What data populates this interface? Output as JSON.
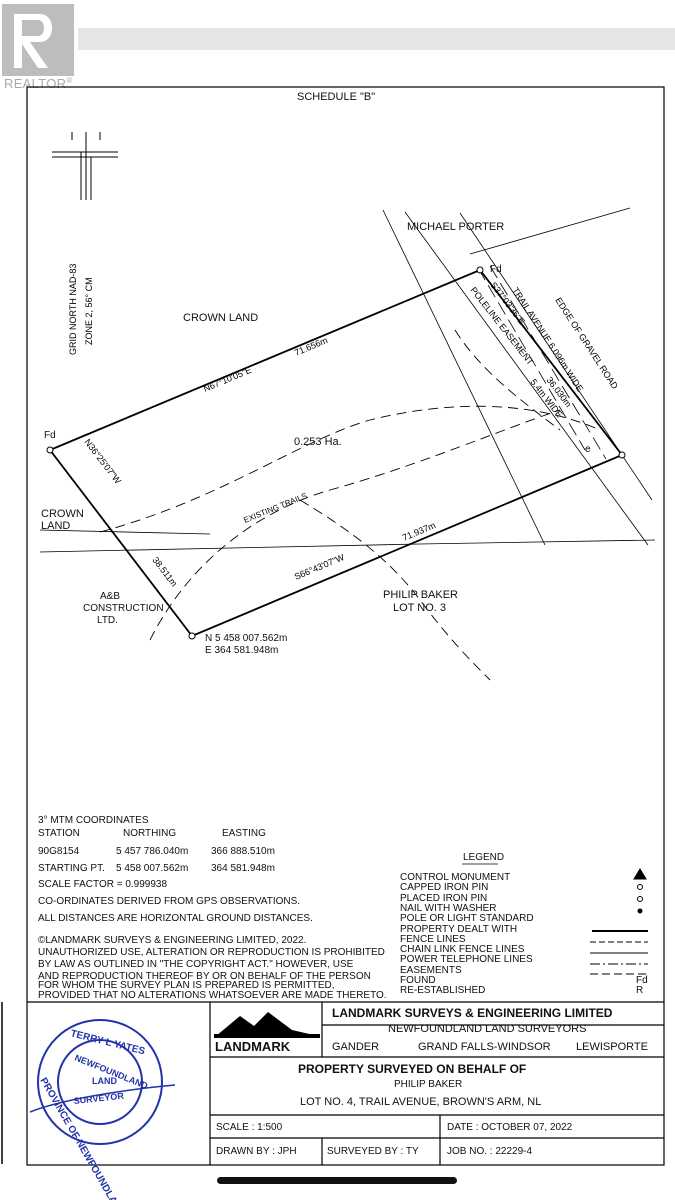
{
  "watermark": {
    "brand": "REALTOR",
    "reg": "®"
  },
  "schedule_title": "SCHEDULE \"B\"",
  "north_arrow": {
    "label_1": "GRID NORTH NAD-83",
    "label_2": "ZONE 2, 56° CM"
  },
  "map_labels": {
    "michael_porter": "MICHAEL PORTER",
    "crown_land_top": "CROWN LAND",
    "crown_land_left_1": "CROWN",
    "crown_land_left_2": "LAND",
    "area": "0.253 Ha.",
    "existing_trails": "EXISTING TRAILS",
    "ab_1": "A&B",
    "ab_2": "CONSTRUCTION",
    "ab_3": "LTD.",
    "philip_1": "PHILIP BAKER",
    "philip_2": "LOT NO. 3",
    "trail_avenue": "TRAIL AVENUE 6.096m WIDE",
    "edge_road": "EDGE OF GRAVEL ROAD",
    "poleline": "POLELINE EASEMENT",
    "poleline_width": "5.4m WIDE",
    "fd_left": "Fd",
    "fd_top": "Fd",
    "north_coord": "N 5 458 007.562m",
    "east_coord": "E   364 581.948m"
  },
  "bearings": {
    "north_side_bearing": "N67°10'05\"E",
    "north_side_dist": "71.656m",
    "east_side_bearing": "S37°03'36\"E",
    "east_side_dist": "36.030m",
    "west_side_bearing": "N36°25'07\"W",
    "west_side_dist": "38.511m",
    "south_side_bearing": "S66°43'07\"W",
    "south_side_dist": "71.937m"
  },
  "coordinates": {
    "heading": "3° MTM COORDINATES",
    "col_station": "STATION",
    "col_northing": "NORTHING",
    "col_easting": "EASTING",
    "row1_station": "90G8154",
    "row1_northing": "5 457 786.040m",
    "row1_easting": "366 888.510m",
    "row2_station": "STARTING PT.",
    "row2_northing": "5 458 007.562m",
    "row2_easting": "364 581.948m",
    "scale_factor": "SCALE FACTOR = 0.999938",
    "note1": "CO-ORDINATES DERIVED FROM GPS OBSERVATIONS.",
    "note2": "ALL DISTANCES ARE HORIZONTAL GROUND DISTANCES."
  },
  "copyright": {
    "line1": "©LANDMARK SURVEYS & ENGINEERING LIMITED, 2022.",
    "line2": "UNAUTHORIZED USE,  ALTERATION OR REPRODUCTION IS PROHIBITED",
    "line3": "BY LAW AS OUTLINED IN \"THE COPYRIGHT ACT.\"  HOWEVER, USE",
    "line4": "AND REPRODUCTION THEREOF BY OR ON BEHALF OF THE PERSON",
    "line5": "FOR WHOM THE SURVEY PLAN IS PREPARED IS PERMITTED,",
    "line6": "PROVIDED THAT NO ALTERATIONS WHATSOEVER ARE MADE THERETO."
  },
  "legend": {
    "title": "LEGEND",
    "items": [
      {
        "label": "CONTROL MONUMENT",
        "symbol": "▲"
      },
      {
        "label": "CAPPED IRON PIN",
        "symbol": "o"
      },
      {
        "label": "PLACED IRON PIN",
        "symbol": "o"
      },
      {
        "label": "NAIL WITH WASHER",
        "symbol": "•"
      },
      {
        "label": "POLE OR LIGHT STANDARD",
        "symbol": "e"
      },
      {
        "label": "PROPERTY DEALT WITH",
        "symbol": ""
      },
      {
        "label": "FENCE LINES",
        "symbol": ""
      },
      {
        "label": "CHAIN LINK FENCE LINES",
        "symbol": ""
      },
      {
        "label": "POWER TELEPHONE LINES",
        "symbol": ""
      },
      {
        "label": "EASEMENTS",
        "symbol": ""
      },
      {
        "label": "FOUND",
        "symbol": "Fd"
      },
      {
        "label": "RE-ESTABLISHED",
        "symbol": "R"
      }
    ]
  },
  "seal": {
    "ring_top": "TERRY L YATES",
    "inner": "NEWFOUNDLAND",
    "land": "LAND",
    "surveyor": "SURVEYOR",
    "ring_bottom": "PROVINCE OF NEWFOUNDLAND"
  },
  "title_block": {
    "company": "LANDMARK SURVEYS & ENGINEERING LIMITED",
    "subtitle": "NEWFOUNDLAND LAND SURVEYORS",
    "logo_text": "LANDMARK",
    "city1": "GANDER",
    "city2": "GRAND FALLS-WINDSOR",
    "city3": "LEWISPORTE",
    "property_heading": "PROPERTY SURVEYED ON BEHALF OF",
    "owner": "PHILIP BAKER",
    "lot": "LOT NO. 4, TRAIL AVENUE, BROWN'S ARM, NL",
    "scale": "SCALE  :  1:500",
    "date": "DATE  :   OCTOBER 07, 2022",
    "drawn_by": "DRAWN  BY  :  JPH",
    "surveyed_by": "SURVEYED  BY  :  TY",
    "job_no": "JOB  NO.  :   22229-4"
  }
}
